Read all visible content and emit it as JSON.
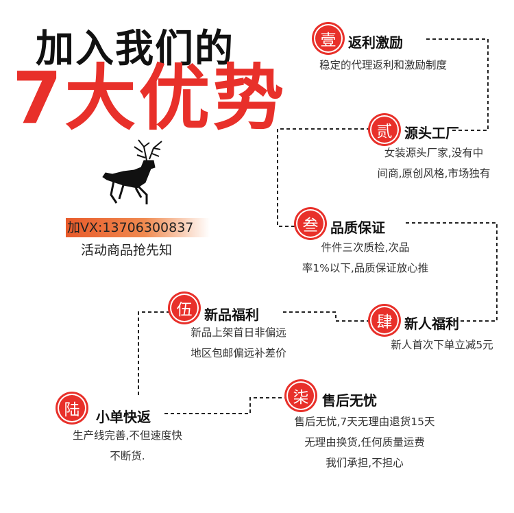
{
  "title_line1": "加入我们的",
  "title_line2": "7大优势",
  "contact": "加VX:13706300837",
  "subtitle": "活动商品抢先知",
  "colors": {
    "accent": "#e8302a",
    "text": "#111111"
  },
  "logo_icon": "deer-silhouette-icon",
  "items": [
    {
      "badge": "壹",
      "title": "返利激励",
      "desc": [
        "稳定的代理返利和激励制度"
      ]
    },
    {
      "badge": "贰",
      "title": "源头工厂",
      "desc": [
        "女装源头厂家,没有中",
        "间商,原创风格,市场独有"
      ]
    },
    {
      "badge": "叁",
      "title": "品质保证",
      "desc": [
        "件件三次质检,次品",
        "率1%以下,品质保证放心推"
      ]
    },
    {
      "badge": "肆",
      "title": "新人福利",
      "desc": [
        "新人首次下单立减5元"
      ]
    },
    {
      "badge": "伍",
      "title": "新品福利",
      "desc": [
        "新品上架首日非偏远",
        "地区包邮偏远补差价"
      ]
    },
    {
      "badge": "陆",
      "title": "小单快返",
      "desc": [
        "生产线完善,不但速度快",
        "不断货."
      ]
    },
    {
      "badge": "柒",
      "title": "售后无忧",
      "desc": [
        "售后无忧,7天无理由退货15天",
        "无理由换货,任何质量运费",
        "我们承担,不担心"
      ]
    }
  ]
}
